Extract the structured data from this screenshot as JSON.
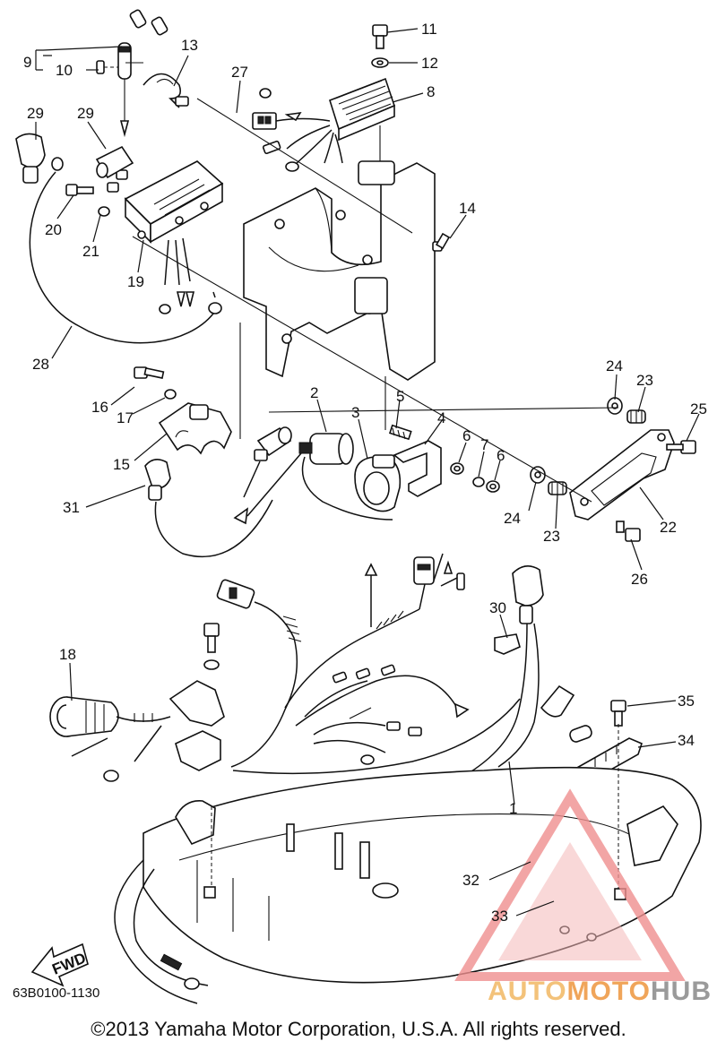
{
  "diagram_code": "63B0100-1130",
  "copyright": "©2013 Yamaha Motor Corporation, U.S.A. All rights reserved.",
  "fwd_label": "FWD",
  "watermark": {
    "part1": "AUTO",
    "part2": "MOTO",
    "part3": "HUB"
  },
  "callouts": [
    {
      "id": "c9",
      "text": "9"
    },
    {
      "id": "c10",
      "text": "10"
    },
    {
      "id": "c13",
      "text": "13"
    },
    {
      "id": "c27",
      "text": "27"
    },
    {
      "id": "c11",
      "text": "11"
    },
    {
      "id": "c12",
      "text": "12"
    },
    {
      "id": "c8",
      "text": "8"
    },
    {
      "id": "c29a",
      "text": "29"
    },
    {
      "id": "c29b",
      "text": "29"
    },
    {
      "id": "c20",
      "text": "20"
    },
    {
      "id": "c21",
      "text": "21"
    },
    {
      "id": "c19",
      "text": "19"
    },
    {
      "id": "c14",
      "text": "14"
    },
    {
      "id": "c28",
      "text": "28"
    },
    {
      "id": "c16",
      "text": "16"
    },
    {
      "id": "c17",
      "text": "17"
    },
    {
      "id": "c15",
      "text": "15"
    },
    {
      "id": "c2",
      "text": "2"
    },
    {
      "id": "c3",
      "text": "3"
    },
    {
      "id": "c5",
      "text": "5"
    },
    {
      "id": "c4",
      "text": "4"
    },
    {
      "id": "c6a",
      "text": "6"
    },
    {
      "id": "c7",
      "text": "7"
    },
    {
      "id": "c6b",
      "text": "6"
    },
    {
      "id": "c24a",
      "text": "24"
    },
    {
      "id": "c23a",
      "text": "23"
    },
    {
      "id": "c25",
      "text": "25"
    },
    {
      "id": "c22",
      "text": "22"
    },
    {
      "id": "c24b",
      "text": "24"
    },
    {
      "id": "c23b",
      "text": "23"
    },
    {
      "id": "c26",
      "text": "26"
    },
    {
      "id": "c31",
      "text": "31"
    },
    {
      "id": "c30",
      "text": "30"
    },
    {
      "id": "c18",
      "text": "18"
    },
    {
      "id": "c35",
      "text": "35"
    },
    {
      "id": "c34",
      "text": "34"
    },
    {
      "id": "c1",
      "text": "1"
    },
    {
      "id": "c32",
      "text": "32"
    },
    {
      "id": "c33",
      "text": "33"
    }
  ]
}
